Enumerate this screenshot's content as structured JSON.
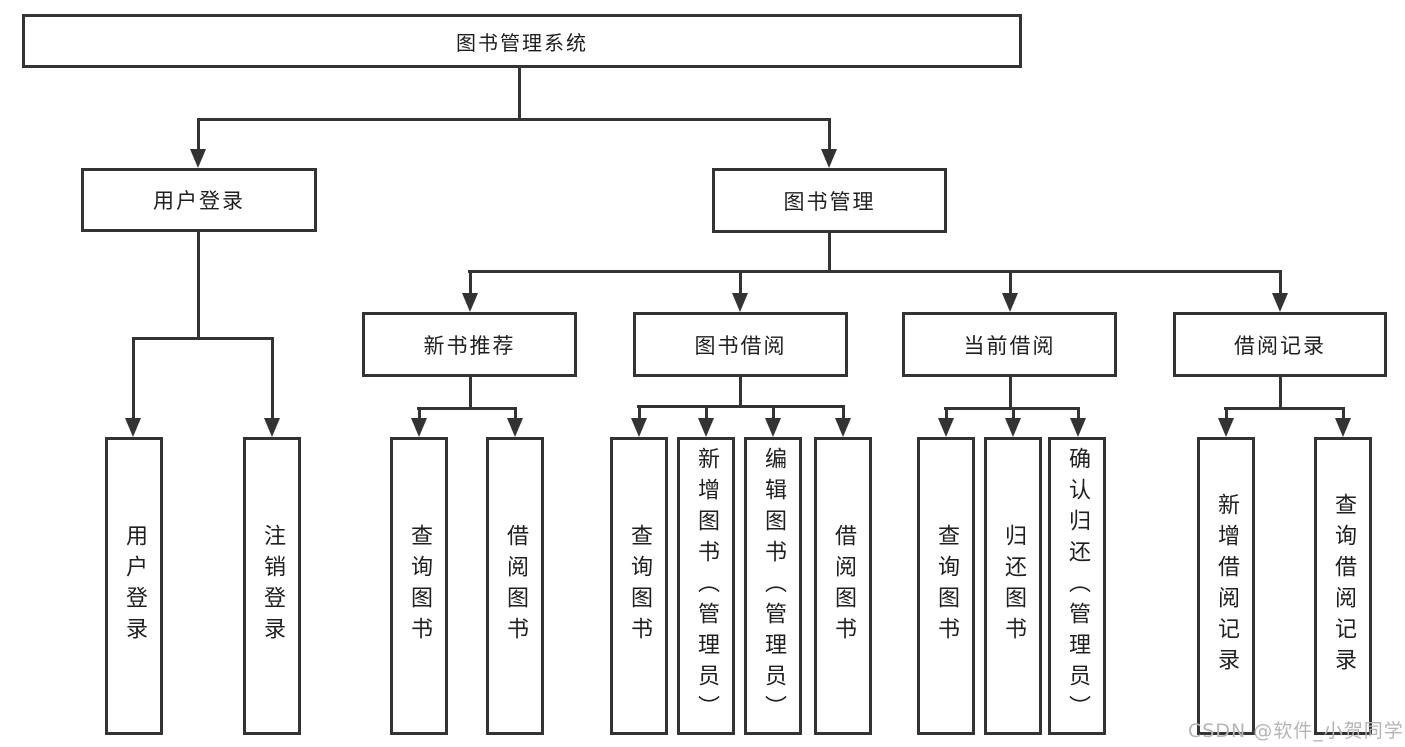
{
  "diagram": {
    "root": "图书管理系统",
    "user_login": {
      "label": "用户登录",
      "login": "用户登录",
      "logout": "注销登录"
    },
    "book_mgmt": {
      "label": "图书管理",
      "new_book_rec": {
        "label": "新书推荐",
        "query_books": "查询图书",
        "borrow_books": "借阅图书"
      },
      "book_borrow": {
        "label": "图书借阅",
        "query_books": "查询图书",
        "add_books": "新增图书（管理员）",
        "edit_books": "编辑图书（管理员）",
        "borrow_books": "借阅图书"
      },
      "current_borrow": {
        "label": "当前借阅",
        "query_books": "查询图书",
        "return_books": "归还图书",
        "confirm_return": "确认归还（管理员）"
      },
      "borrow_record": {
        "label": "借阅记录",
        "add_record": "新增借阅记录",
        "query_record": "查询借阅记录"
      }
    }
  },
  "watermark": "CSDN @软件_小贺同学",
  "colors": {
    "line": "#333333",
    "text": "#1f1f1f",
    "bg": "#ffffff",
    "wm": "#b5b5b5"
  }
}
